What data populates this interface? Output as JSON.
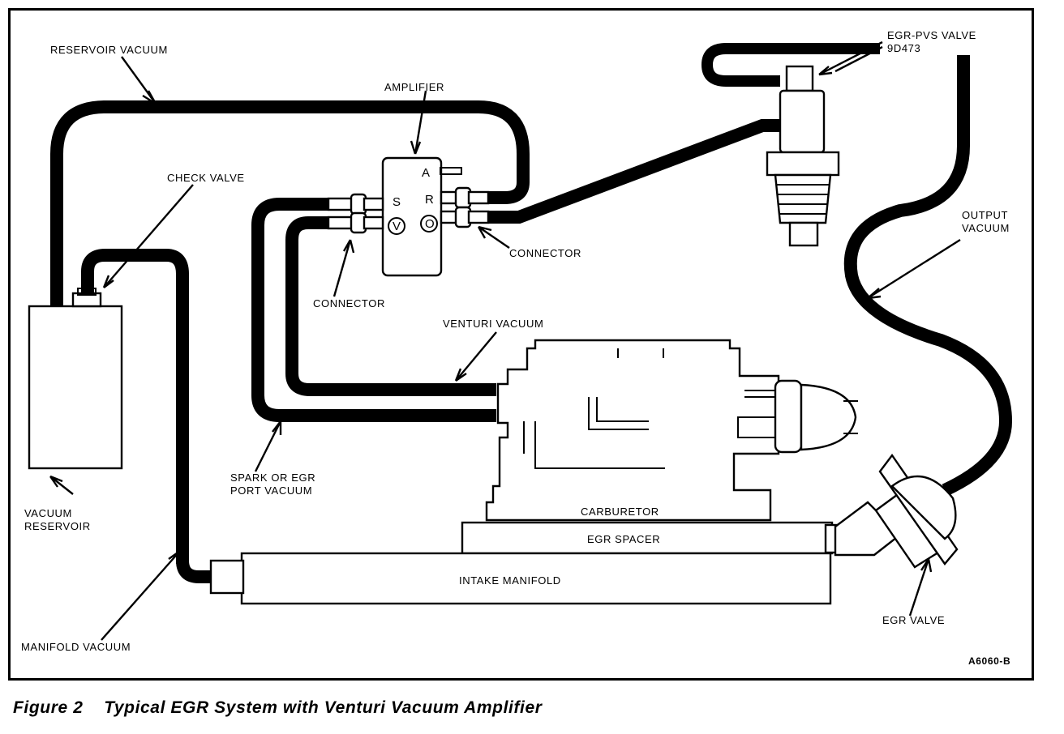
{
  "labels": {
    "reservoir_vacuum": "RESERVOIR VACUUM",
    "amplifier": "AMPLIFIER",
    "egr_pvs_valve_line1": "EGR-PVS VALVE",
    "egr_pvs_valve_line2": "9D473",
    "check_valve": "CHECK VALVE",
    "pin_a": "A",
    "pin_s": "S",
    "pin_r": "R",
    "pin_v": "V",
    "pin_o": "O",
    "connector_right": "CONNECTOR",
    "connector_left": "CONNECTOR",
    "output_vacuum_line1": "OUTPUT",
    "output_vacuum_line2": "VACUUM",
    "venturi_vacuum": "VENTURI VACUUM",
    "spark_port_line1": "SPARK OR EGR",
    "spark_port_line2": "PORT VACUUM",
    "vacuum_reservoir_line1": "VACUUM",
    "vacuum_reservoir_line2": "RESERVOIR",
    "carburetor": "CARBURETOR",
    "egr_spacer": "EGR SPACER",
    "intake_manifold": "INTAKE MANIFOLD",
    "egr_valve": "EGR VALVE",
    "manifold_vacuum": "MANIFOLD VACUUM",
    "figure_code": "A6060-B"
  },
  "caption": "Figure 2    Typical EGR System with Venturi Vacuum Amplifier"
}
